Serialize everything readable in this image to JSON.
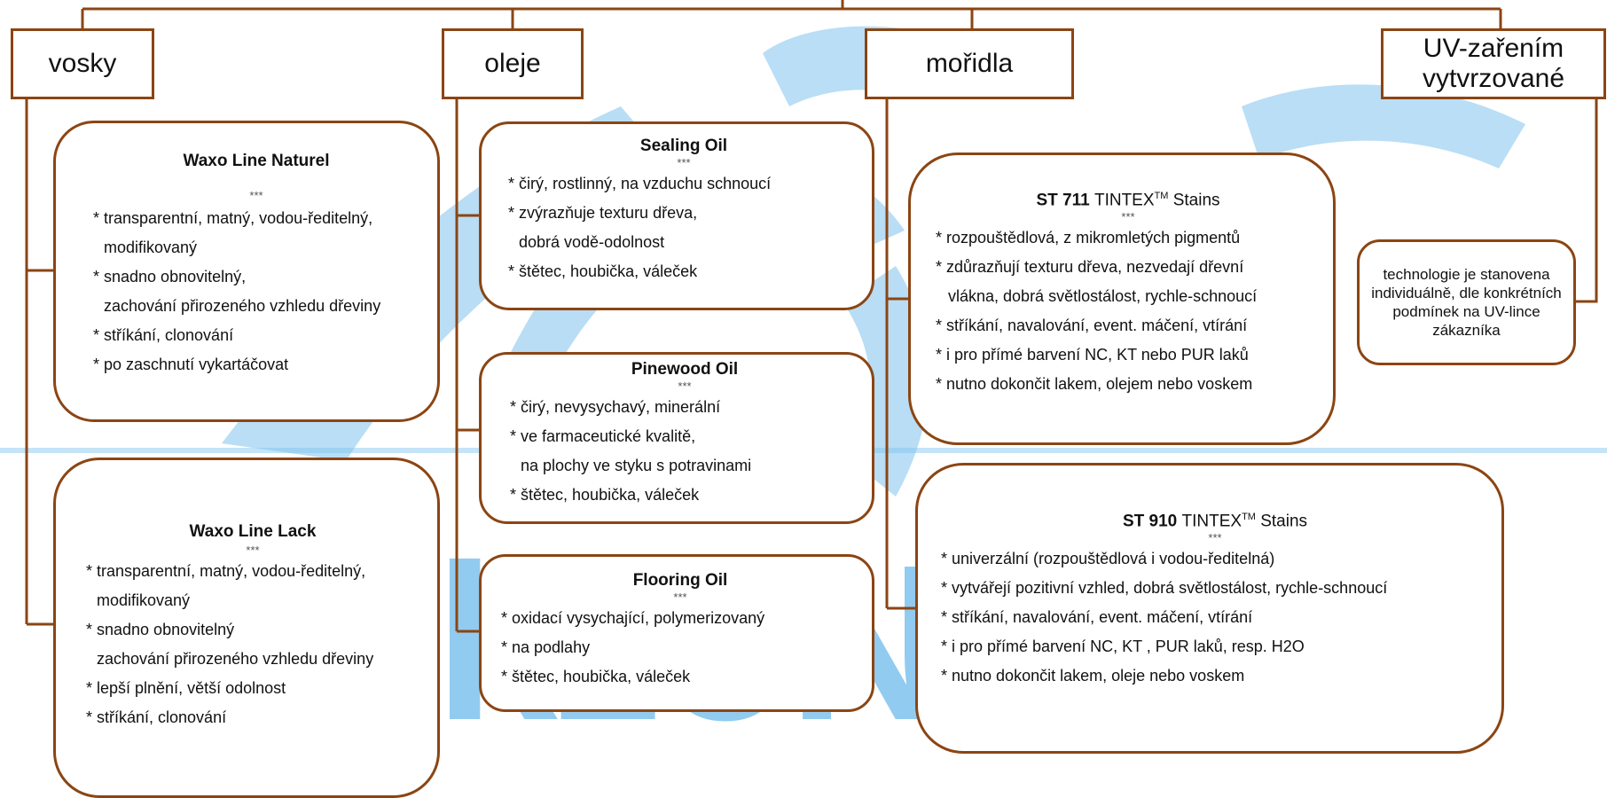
{
  "watermark": {
    "logo_text": "AkzoNobel"
  },
  "colors": {
    "connector": "#8B4513",
    "watermark": "#7fc3ee"
  },
  "categories": {
    "vosky": "vosky",
    "oleje": "oleje",
    "moridla": "mořidla",
    "uv": "UV-zařením vytvrzované"
  },
  "products": {
    "waxo_naturel": {
      "title": "Waxo Line Naturel",
      "stars": "***",
      "items": [
        "* transparentní, matný, vodou-ředitelný,",
        "modifikovaný",
        "* snadno obnovitelný,",
        "zachování přirozeného vzhledu dřeviny",
        "* stříkání, clonování",
        "* po zaschnutí vykartáčovat"
      ]
    },
    "waxo_lack": {
      "title": "Waxo Line Lack",
      "stars": "***",
      "items": [
        "* transparentní, matný, vodou-ředitelný,",
        "modifikovaný",
        "* snadno obnovitelný",
        "zachování přirozeného vzhledu dřeviny",
        "* lepší plnění, větší odolnost",
        "* stříkání, clonování"
      ]
    },
    "sealing_oil": {
      "title": "Sealing Oil",
      "stars": "***",
      "items": [
        "* čirý, rostlinný, na vzduchu schnoucí",
        "* zvýrazňuje texturu dřeva,",
        "dobrá vodě-odolnost",
        "* štětec, houbička, váleček"
      ]
    },
    "pinewood_oil": {
      "title": "Pinewood Oil",
      "stars": "***",
      "items": [
        "* čirý, nevysychavý, minerální",
        "* ve farmaceutické kvalitě,",
        "na plochy ve styku s potravinami",
        "* štětec, houbička, váleček"
      ]
    },
    "flooring_oil": {
      "title": "Flooring Oil",
      "stars": "***",
      "items": [
        "* oxidací vysychající, polymerizovaný",
        "* na podlahy",
        "* štětec, houbička, váleček"
      ]
    },
    "st711": {
      "code": "ST 711",
      "brand": "TINTEX",
      "tm": "TM",
      "suffix": "Stains",
      "stars": "***",
      "items": [
        "* rozpouštědlová, z mikromletých pigmentů",
        "* zdůrazňují texturu dřeva, nezvedají dřevní",
        "vlákna, dobrá světlostálost, rychle-schnoucí",
        "* stříkání, navalování, event. máčení, vtírání",
        "* i pro přímé barvení NC, KT nebo PUR laků",
        "* nutno dokončit lakem, olejem nebo voskem"
      ]
    },
    "st910": {
      "code": "ST 910",
      "brand": "TINTEX",
      "tm": "TM",
      "suffix": "Stains",
      "stars": "***",
      "items": [
        "* univerzální (rozpouštědlová i vodou-ředitelná)",
        "* vytvářejí pozitivní vzhled,  dobrá světlostálost,  rychle-schnoucí",
        "* stříkání, navalování, event. máčení, vtírání",
        "* i pro přímé barvení NC, KT , PUR laků, resp. H2O",
        "* nutno dokončit lakem, oleje nebo voskem"
      ]
    },
    "uv_note": {
      "text": "technologie je stanovena individuálně, dle konkrétních podmínek na UV-lince zákazníka"
    }
  }
}
